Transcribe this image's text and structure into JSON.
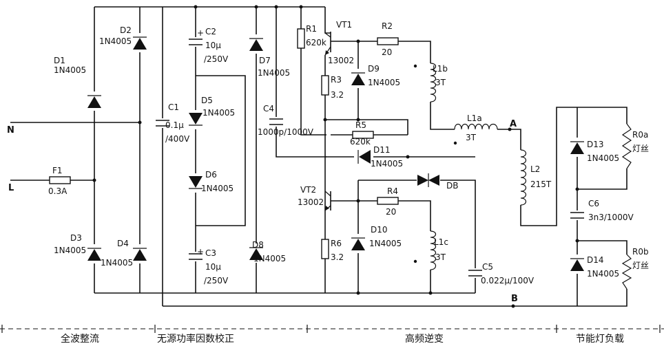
{
  "inputs": {
    "n": "N",
    "l": "L"
  },
  "nodes": {
    "a": "A",
    "b": "B"
  },
  "components": {
    "f1": {
      "name": "F1",
      "value": "0.3A"
    },
    "d1": {
      "name": "D1",
      "value": "1N4005"
    },
    "d2": {
      "name": "D2",
      "value": "1N4005"
    },
    "d3": {
      "name": "D3",
      "value": "1N4005"
    },
    "d4": {
      "name": "D4",
      "value": "1N4005"
    },
    "c1": {
      "name": "C1",
      "value1": "0.1μ",
      "value2": "/400V"
    },
    "c2": {
      "name": "C2",
      "plus": "+",
      "value1": "10μ",
      "value2": "/250V"
    },
    "c3": {
      "name": "C3",
      "plus": "+",
      "value1": "10μ",
      "value2": "/250V"
    },
    "d5": {
      "name": "D5",
      "value": "1N4005"
    },
    "d6": {
      "name": "D6",
      "value": "1N4005"
    },
    "d7": {
      "name": "D7",
      "value": "1N4005"
    },
    "d8": {
      "name": "D8",
      "value": "1N4005"
    },
    "c4": {
      "name": "C4",
      "value": "1000p/1000V"
    },
    "r1": {
      "name": "R1",
      "value": "620k"
    },
    "vt1": {
      "name": "VT1",
      "value": "13002"
    },
    "r2": {
      "name": "R2",
      "value": "20"
    },
    "r3": {
      "name": "R3",
      "value": "3.2"
    },
    "d9": {
      "name": "D9",
      "value": "1N4005"
    },
    "l1b": {
      "name": "L1b",
      "value": "3T"
    },
    "r5": {
      "name": "R5",
      "value": "620k"
    },
    "d11": {
      "name": "D11",
      "value": "1N4005"
    },
    "l1a": {
      "name": "L1a",
      "value": "3T"
    },
    "db": {
      "name": "DB"
    },
    "vt2": {
      "name": "VT2",
      "value": "13002"
    },
    "r4": {
      "name": "R4",
      "value": "20"
    },
    "d10": {
      "name": "D10",
      "value": "1N4005"
    },
    "l1c": {
      "name": "L1c",
      "value": "3T"
    },
    "r6": {
      "name": "R6",
      "value": "3.2"
    },
    "c5": {
      "name": "C5",
      "value": "0.022μ/100V"
    },
    "l2": {
      "name": "L2",
      "value": "215T"
    },
    "d13": {
      "name": "D13",
      "value": "1N4005"
    },
    "r0a": {
      "name": "R0a",
      "value": "灯丝"
    },
    "c6": {
      "name": "C6",
      "value": "3n3/1000V"
    },
    "d14": {
      "name": "D14",
      "value": "1N4005"
    },
    "r0b": {
      "name": "R0b",
      "value": "灯丝"
    }
  },
  "sections": {
    "rectifier": "全波整流",
    "pfc": "无源功率因数校正",
    "inverter": "高频逆变",
    "load": "节能灯负载"
  }
}
